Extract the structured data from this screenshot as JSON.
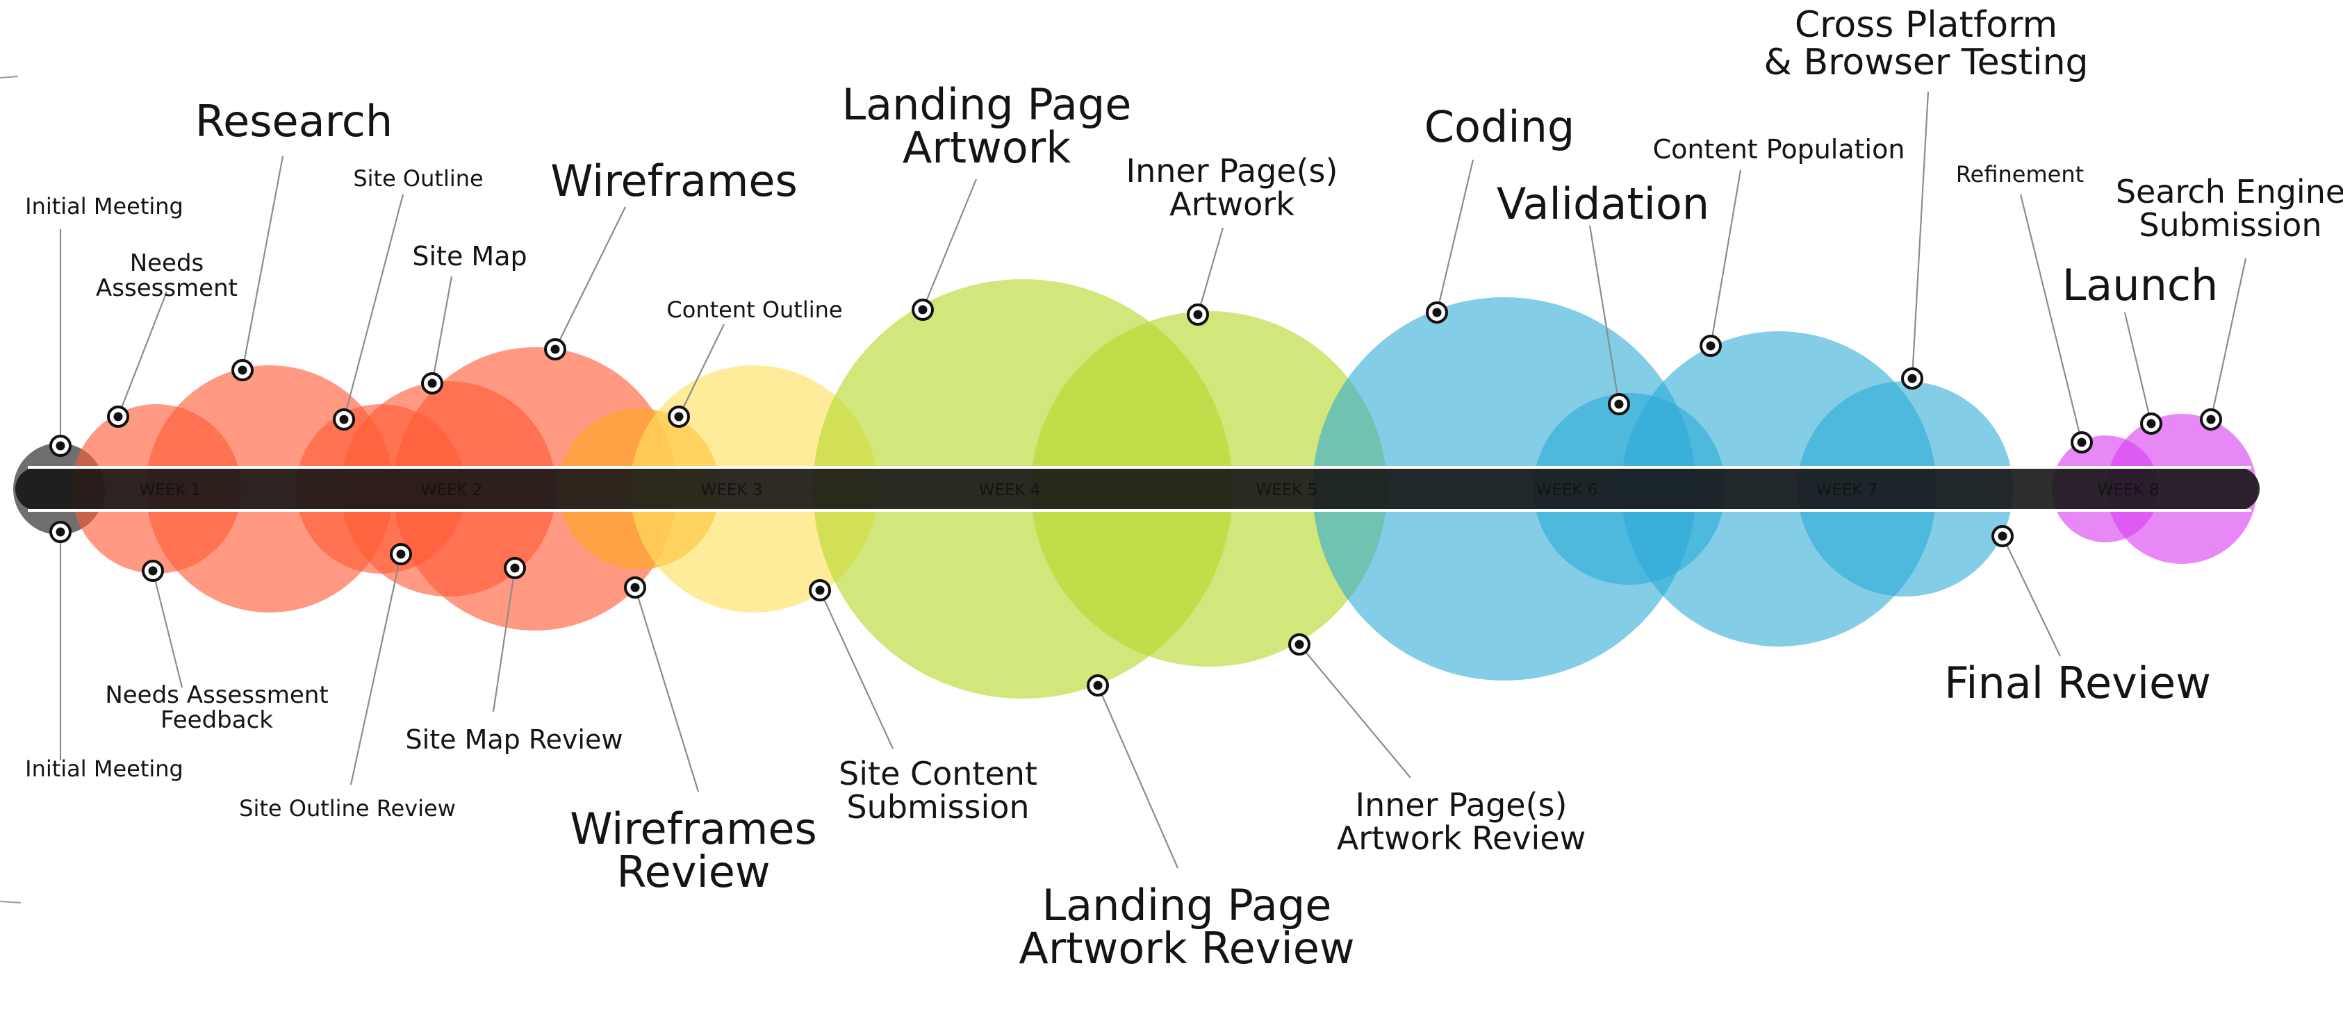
{
  "colors": {
    "gray": "#6f6f6f",
    "red": "#ff5a36",
    "orange": "#ffa52e",
    "yellow": "#ffe15c",
    "green": "#b5d82c",
    "blue": "#2aa9d6",
    "magenta": "#d83ff0",
    "bar": "#161616",
    "leader": "#8c8c8c"
  },
  "timeline": {
    "weeks": [
      "WEEK 1",
      "WEEK 2",
      "WEEK 3",
      "WEEK 4",
      "WEEK 5",
      "WEEK 6",
      "WEEK 7",
      "WEEK 8"
    ]
  },
  "tasks": [
    {
      "id": "initial-meeting",
      "lines": [
        "Initial Meeting"
      ],
      "color": "gray"
    },
    {
      "id": "needs-assessment",
      "lines": [
        "Needs",
        "Assessment"
      ],
      "color": "red"
    },
    {
      "id": "research",
      "lines": [
        "Research"
      ],
      "color": "red"
    },
    {
      "id": "site-outline",
      "lines": [
        "Site Outline"
      ],
      "color": "red"
    },
    {
      "id": "site-map",
      "lines": [
        "Site Map"
      ],
      "color": "red"
    },
    {
      "id": "wireframes",
      "lines": [
        "Wireframes"
      ],
      "color": "red"
    },
    {
      "id": "content-outline",
      "lines": [
        "Content Outline"
      ],
      "color": "yellow"
    },
    {
      "id": "landing-page-artwork",
      "lines": [
        "Landing Page",
        "Artwork"
      ],
      "color": "green"
    },
    {
      "id": "inner-pages-artwork",
      "lines": [
        "Inner Page(s)",
        "Artwork"
      ],
      "color": "green"
    },
    {
      "id": "coding",
      "lines": [
        "Coding"
      ],
      "color": "blue"
    },
    {
      "id": "validation",
      "lines": [
        "Validation"
      ],
      "color": "blue"
    },
    {
      "id": "content-population",
      "lines": [
        "Content Population"
      ],
      "color": "blue"
    },
    {
      "id": "cross-platform-testing",
      "lines": [
        "Cross Platform",
        "& Browser Testing"
      ],
      "color": "blue"
    },
    {
      "id": "refinement",
      "lines": [
        "Refinement"
      ],
      "color": "magenta"
    },
    {
      "id": "launch",
      "lines": [
        "Launch"
      ],
      "color": "magenta"
    },
    {
      "id": "search-engine-submission",
      "lines": [
        "Search Engine",
        "Submission"
      ],
      "color": "magenta"
    },
    {
      "id": "initial-meeting-bottom",
      "lines": [
        "Initial Meeting"
      ],
      "color": "gray"
    },
    {
      "id": "needs-assessment-feedback",
      "lines": [
        "Needs Assessment",
        "Feedback"
      ],
      "color": "red"
    },
    {
      "id": "site-outline-review",
      "lines": [
        "Site Outline Review"
      ],
      "color": "red"
    },
    {
      "id": "site-map-review",
      "lines": [
        "Site Map Review"
      ],
      "color": "red"
    },
    {
      "id": "wireframes-review",
      "lines": [
        "Wireframes",
        "Review"
      ],
      "color": "red"
    },
    {
      "id": "site-content-submission",
      "lines": [
        "Site Content",
        "Submission"
      ],
      "color": "yellow"
    },
    {
      "id": "landing-page-artwork-review",
      "lines": [
        "Landing Page",
        "Artwork Review"
      ],
      "color": "green"
    },
    {
      "id": "inner-pages-artwork-review",
      "lines": [
        "Inner Page(s)",
        "Artwork Review"
      ],
      "color": "green"
    },
    {
      "id": "final-review",
      "lines": [
        "Final Review"
      ],
      "color": "blue"
    }
  ]
}
